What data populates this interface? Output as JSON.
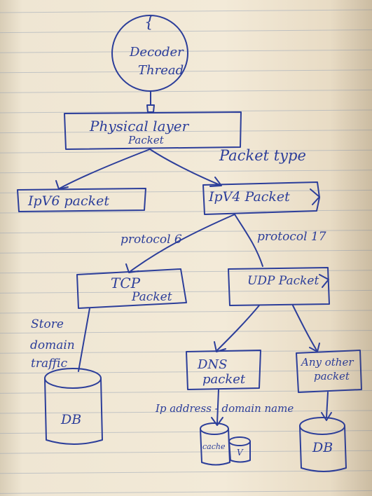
{
  "nodes": {
    "decoder_brace": "{",
    "decoder_line1": "Decoder",
    "decoder_line2": "Thread",
    "physical_line1": "Physical layer",
    "physical_line2": "Packet",
    "ipv6": "IpV6 packet",
    "ipv4": "IpV4 Packet",
    "tcp_line1": "TCP",
    "tcp_line2": "Packet",
    "udp": "UDP Packet",
    "dns_line1": "DNS",
    "dns_line2": "packet",
    "anyother_line1": "Any other",
    "anyother_line2": "packet",
    "db_tcp": "DB",
    "db_other": "DB",
    "cache": "cache",
    "cache_v": "V"
  },
  "edge_labels": {
    "packet_type": "Packet type",
    "protocol6": "protocol 6",
    "protocol17": "protocol 17",
    "store_line1": "Store",
    "store_line2": "domain",
    "store_line3": "traffic",
    "ip_domain": "Ip address - domain name"
  },
  "colors": {
    "ink": "#2c3e9a",
    "paper": "#f3ead8",
    "rule": "#9aa6b8"
  }
}
